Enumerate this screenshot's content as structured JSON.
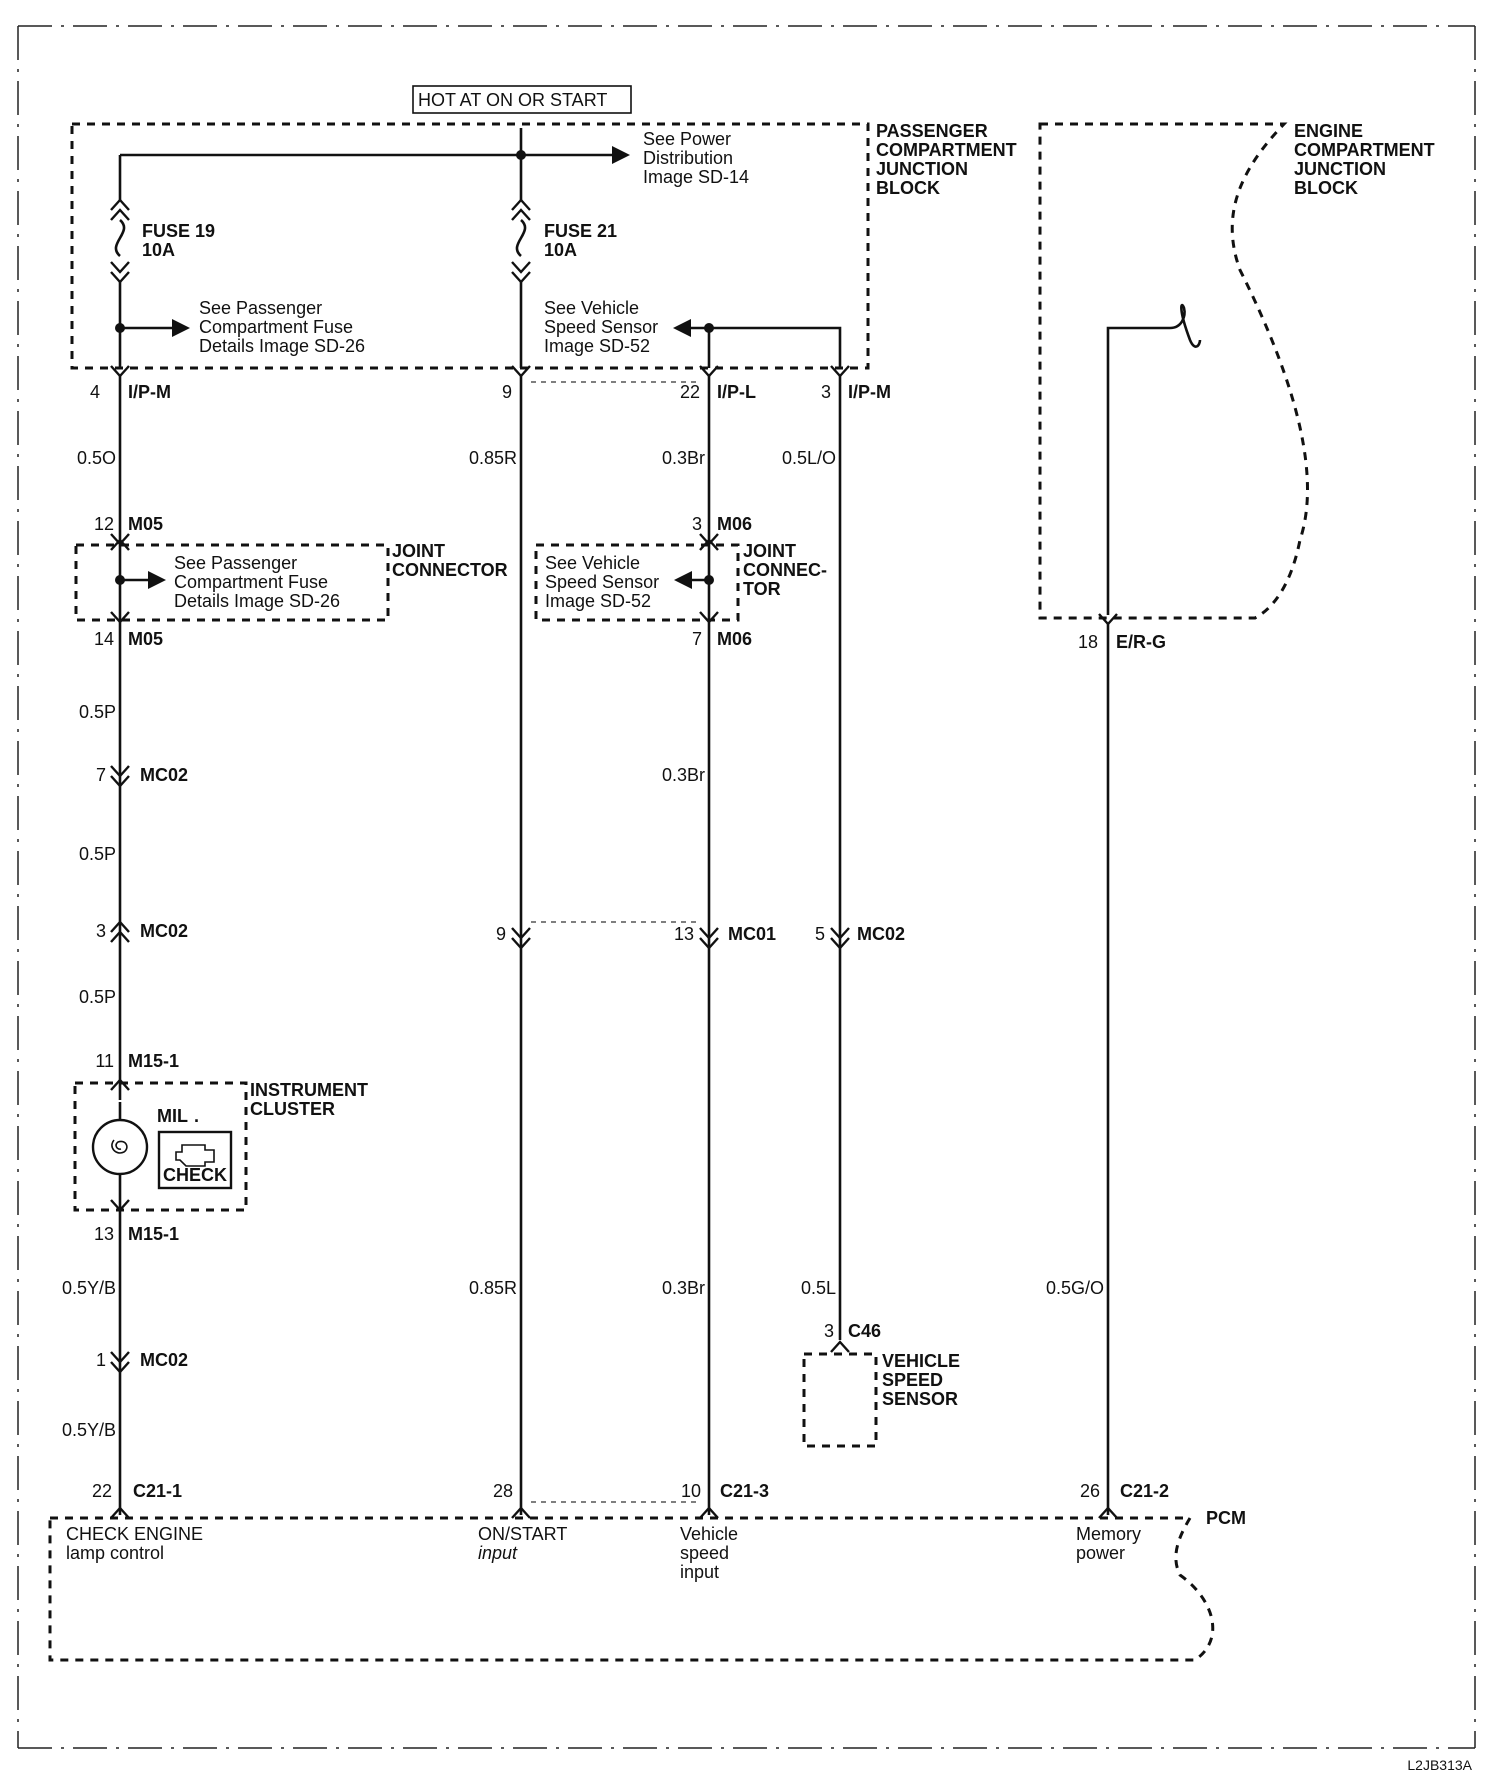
{
  "header": {
    "hot_label": "HOT AT ON OR START"
  },
  "blocks": {
    "passenger_jb": [
      "PASSENGER",
      "COMPARTMENT",
      "JUNCTION",
      "BLOCK"
    ],
    "engine_jb": [
      "ENGINE",
      "COMPARTMENT",
      "JUNCTION",
      "BLOCK"
    ],
    "joint_connector_left": [
      "JOINT",
      "CONNECTOR"
    ],
    "joint_connector_right": [
      "JOINT",
      "CONNEC-",
      "TOR"
    ],
    "instrument_cluster": [
      "INSTRUMENT",
      "CLUSTER"
    ],
    "vss": [
      "VEHICLE",
      "SPEED",
      "SENSOR"
    ],
    "pcm": "PCM"
  },
  "fuses": {
    "f19": {
      "name": "FUSE 19",
      "rating": "10A"
    },
    "f21": {
      "name": "FUSE 21",
      "rating": "10A"
    }
  },
  "refs": {
    "power_dist": [
      "See Power",
      "Distribution",
      "Image SD-14"
    ],
    "pass_fuse_1": [
      "See Passenger",
      "Compartment Fuse",
      "Details Image SD-26"
    ],
    "vss_1": [
      "See Vehicle",
      "Speed Sensor",
      "Image SD-52"
    ],
    "pass_fuse_2": [
      "See Passenger",
      "Compartment Fuse",
      "Details Image SD-26"
    ],
    "vss_2": [
      "See Vehicle",
      "Speed Sensor",
      "Image SD-52"
    ]
  },
  "connectors": {
    "c_4_ipm": {
      "pin": "4",
      "name": "I/P-M"
    },
    "c_9_top": {
      "pin": "9"
    },
    "c_22_ipl": {
      "pin": "22",
      "name": "I/P-L"
    },
    "c_3_ipm": {
      "pin": "3",
      "name": "I/P-M"
    },
    "c_12_m05": {
      "pin": "12",
      "name": "M05"
    },
    "c_3_m06": {
      "pin": "3",
      "name": "M06"
    },
    "c_14_m05": {
      "pin": "14",
      "name": "M05"
    },
    "c_7_m06": {
      "pin": "7",
      "name": "M06"
    },
    "c_18_erg": {
      "pin": "18",
      "name": "E/R-G"
    },
    "c_7_mc02": {
      "pin": "7",
      "name": "MC02"
    },
    "c_3_mc02": {
      "pin": "3",
      "name": "MC02"
    },
    "c_9_mid": {
      "pin": "9"
    },
    "c_13_mc01": {
      "pin": "13",
      "name": "MC01"
    },
    "c_5_mc02": {
      "pin": "5",
      "name": "MC02"
    },
    "c_11_m151": {
      "pin": "11",
      "name": "M15-1"
    },
    "c_13_m151": {
      "pin": "13",
      "name": "M15-1"
    },
    "c_3_c46": {
      "pin": "3",
      "name": "C46"
    },
    "c_1_mc02": {
      "pin": "1",
      "name": "MC02"
    },
    "c_22_c211": {
      "pin": "22",
      "name": "C21-1"
    },
    "c_28": {
      "pin": "28"
    },
    "c_10_c213": {
      "pin": "10",
      "name": "C21-3"
    },
    "c_26_c212": {
      "pin": "26",
      "name": "C21-2"
    }
  },
  "wires": {
    "w_05o": "0.5O",
    "w_085r_a": "0.85R",
    "w_03br_a": "0.3Br",
    "w_05lo": "0.5L/O",
    "w_05p_a": "0.5P",
    "w_03br_b": "0.3Br",
    "w_05p_b": "0.5P",
    "w_05p_c": "0.5P",
    "w_05yb_a": "0.5Y/B",
    "w_085r_b": "0.85R",
    "w_03br_c": "0.3Br",
    "w_05l": "0.5L",
    "w_05go": "0.5G/O",
    "w_05yb_b": "0.5Y/B"
  },
  "mil": {
    "label": "MIL",
    "check": "CHECK"
  },
  "pcm_pins": {
    "check_engine": [
      "CHECK ENGINE",
      "lamp control"
    ],
    "on_start": [
      "ON/START",
      "input"
    ],
    "vehicle_speed": [
      "Vehicle",
      "speed",
      "input"
    ],
    "memory": [
      "Memory",
      "power"
    ]
  },
  "footer": {
    "code": "L2JB313A"
  },
  "icons": {
    "bulb": "bulb-icon",
    "engine": "engine-check-icon"
  }
}
